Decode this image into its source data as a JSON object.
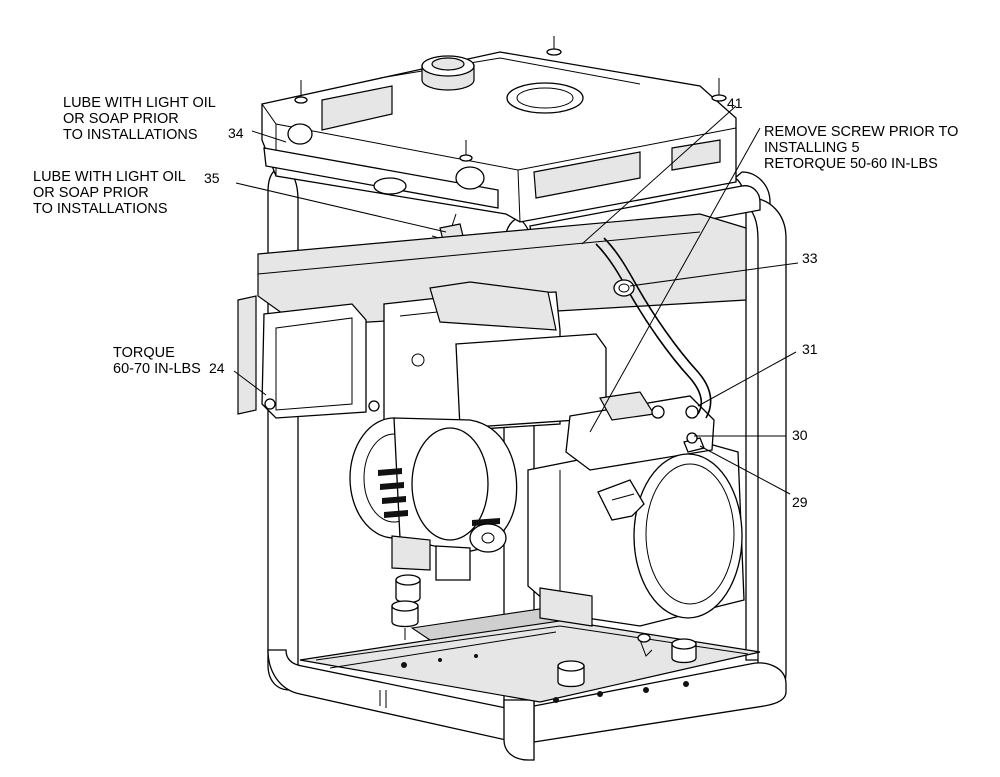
{
  "callouts": {
    "c34": {
      "number": "34",
      "note": [
        "LUBE WITH LIGHT OIL",
        "OR SOAP PRIOR",
        "TO INSTALLATIONS"
      ]
    },
    "c35": {
      "number": "35",
      "note": [
        "LUBE WITH LIGHT OIL",
        "OR SOAP PRIOR",
        "TO INSTALLATIONS"
      ]
    },
    "c41": {
      "number": "41"
    },
    "c5": {
      "note": [
        "REMOVE SCREW PRIOR TO",
        "INSTALLING 5",
        "RETORQUE 50-60 IN-LBS"
      ]
    },
    "c33": {
      "number": "33"
    },
    "c31": {
      "number": "31"
    },
    "c24": {
      "number": "24",
      "note": [
        "TORQUE",
        "60-70 IN-LBS"
      ]
    },
    "c30": {
      "number": "30"
    },
    "c29": {
      "number": "29"
    }
  }
}
